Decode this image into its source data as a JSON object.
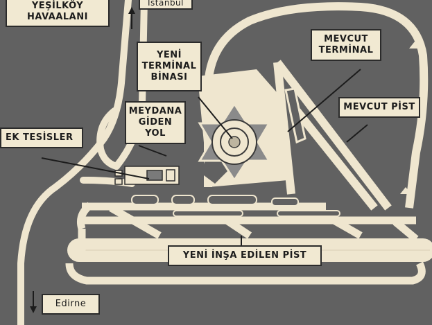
{
  "map": {
    "labels": {
      "yesilkoy": [
        "YEŞİLKÖY",
        "HAVAALANI"
      ],
      "istanbul": "İstanbul",
      "yeni_terminal": [
        "YENİ",
        "TERMİNAL",
        "BİNASI"
      ],
      "meydana_giden_yol": [
        "MEYDANA",
        "GİDEN",
        "YOL"
      ],
      "mevcut_terminal": [
        "MEVCUT",
        "TERMİNAL"
      ],
      "mevcut_pist": "MEVCUT PİST",
      "ek_tesisler": "EK TESİSLER",
      "yeni_insa_edilen_pist": "YENİ İNŞA EDİLEN PİST",
      "edirne": "Edirne"
    },
    "colors": {
      "ground": "#616161",
      "pavement": "#efe6cf",
      "label_bg": "#f1e9d2",
      "ink": "#1c1c1c"
    }
  }
}
